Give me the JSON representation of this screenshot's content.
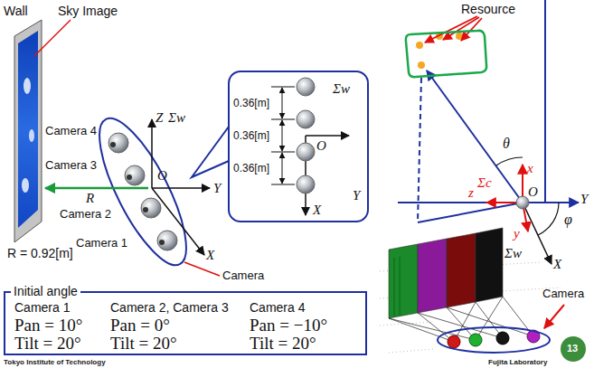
{
  "diagram": {
    "nodes": [
      {
        "text": [
          "Σw",
          "0.36[m]",
          "0.36[m]",
          "O",
          "Y",
          "0.36[m]",
          "X"
        ]
      },
      {
        "text": [
          "Resource"
        ]
      },
      {
        "text": [
          "Initial angle",
          "Camera 1",
          "Camera 2, Camera 3",
          "Camera 4",
          "Pan = 10°",
          "Pan = 0°",
          "Pan = −10°",
          "Tilt = 20°",
          "Tilt = 20°",
          "Tilt = 20°"
        ]
      },
      {
        "text": [
          "13"
        ]
      }
    ],
    "labels": [
      "Wall",
      "Sky Image",
      "Camera 4",
      "Camera 3",
      "Camera 2",
      "Camera 1",
      "Z",
      "Σw",
      "O",
      "Y",
      "R",
      "R = 0.92[m]",
      "X",
      "Camera",
      "θ",
      "Σc",
      "x",
      "z",
      "O",
      "Y",
      "y",
      "φ",
      "Σw",
      "X",
      "Camera",
      "Tokyo Institute of Technology",
      "Fujita Laboratory"
    ]
  }
}
